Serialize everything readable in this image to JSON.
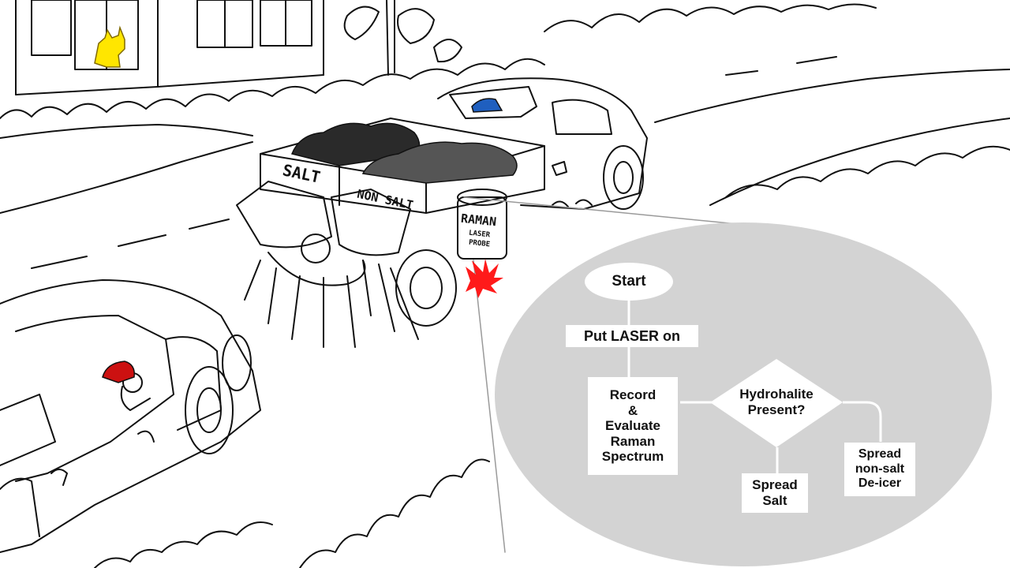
{
  "truck": {
    "bin_left_label": "SALT",
    "bin_right_label": "NON SALT",
    "probe_label_line1": "RAMAN",
    "probe_label_line2": "LASER",
    "probe_label_line3": "PROBE"
  },
  "flowchart": {
    "start": "Start",
    "laser_on": "Put LASER on",
    "record": "Record\n&\nEvaluate\nRaman\nSpectrum",
    "decision": "Hydrohalite\nPresent?",
    "spread_salt": "Spread\nSalt",
    "spread_nonsalt": "Spread\nnon-salt\nDe-icer"
  },
  "colors": {
    "ellipse_fill": "#d3d3d3",
    "laser_red": "#ff1a1a",
    "driver_cap": "#cc1111",
    "truck_driver_cap": "#1f5fbf",
    "cat_yellow": "#ffe600",
    "salt_dark": "#2a2a2a",
    "nonsalt_gray": "#555555"
  }
}
